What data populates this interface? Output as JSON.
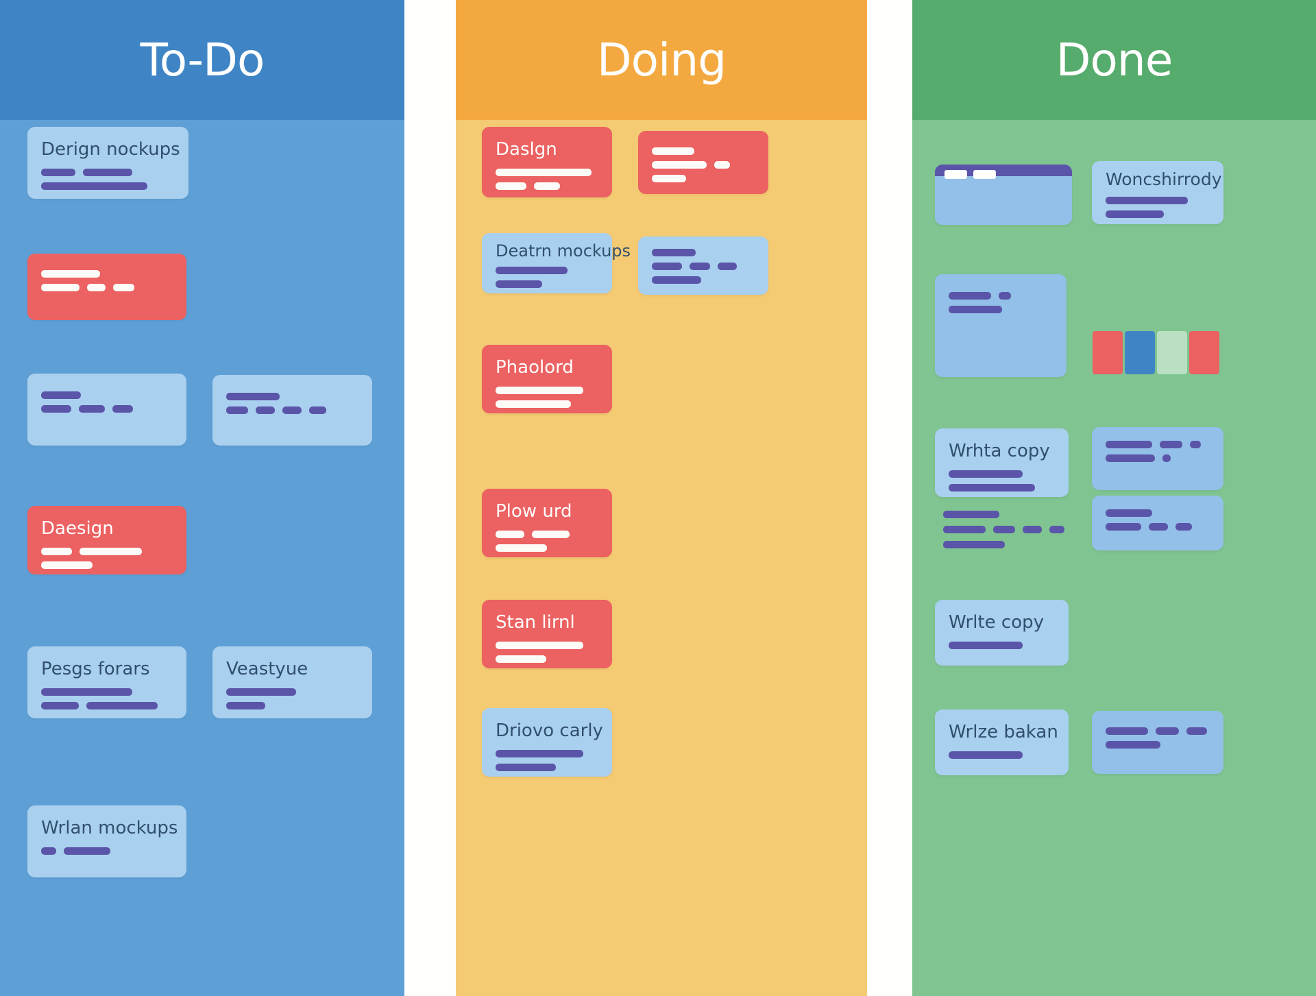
{
  "board": {
    "columns": [
      {
        "id": "todo",
        "title": "To-Do",
        "header_color": "#3f85c6",
        "body_color": "#5ea0d6",
        "cards": [
          {
            "title": "Derign nockups",
            "type": "blue"
          },
          {
            "title": "",
            "type": "red"
          },
          {
            "title": "",
            "type": "blue"
          },
          {
            "title": "",
            "type": "blue"
          },
          {
            "title": "Daesign",
            "type": "red"
          },
          {
            "title": "Pesgs forars",
            "type": "blue"
          },
          {
            "title": "Veastyue",
            "type": "blue"
          },
          {
            "title": "Wrlan mockups",
            "type": "blue"
          }
        ]
      },
      {
        "id": "doing",
        "title": "Doing",
        "header_color": "#f3a93f",
        "body_color": "#f4ca72",
        "cards": [
          {
            "title": "Daslgn",
            "type": "red"
          },
          {
            "title": "",
            "type": "red"
          },
          {
            "title": "Deatrn mockups",
            "type": "blue"
          },
          {
            "title": "",
            "type": "blue"
          },
          {
            "title": "Phaolord",
            "type": "red"
          },
          {
            "title": "Plow urd",
            "type": "red"
          },
          {
            "title": "Stan lirnl",
            "type": "red"
          },
          {
            "title": "Driovo carly",
            "type": "blue"
          }
        ]
      },
      {
        "id": "done",
        "title": "Done",
        "header_color": "#56ac6c",
        "body_color": "#7fc491",
        "cards": [
          {
            "title": "",
            "type": "blue2"
          },
          {
            "title": "Woncshirrody",
            "type": "blue"
          },
          {
            "title": "",
            "type": "blue2"
          },
          {
            "title": "Wrhta copy",
            "type": "blue"
          },
          {
            "title": "",
            "type": "blue"
          },
          {
            "title": "",
            "type": "blue"
          },
          {
            "title": "Wrlte copy",
            "type": "blue"
          },
          {
            "title": "Wrlze bakan",
            "type": "blue"
          },
          {
            "title": "",
            "type": "blue2"
          }
        ],
        "chips": [
          "#ec6161",
          "#3f85c6",
          "#b9e0c3",
          "#ec6161"
        ]
      }
    ]
  },
  "palette": {
    "card_blue": "#aad0ef",
    "card_blue_alt": "#93c0e8",
    "card_red": "#ec6161",
    "bar_purple": "#5a55a8",
    "bar_white": "#fdfbf7",
    "title_text": "#31506e",
    "header_text": "#ffffff"
  }
}
